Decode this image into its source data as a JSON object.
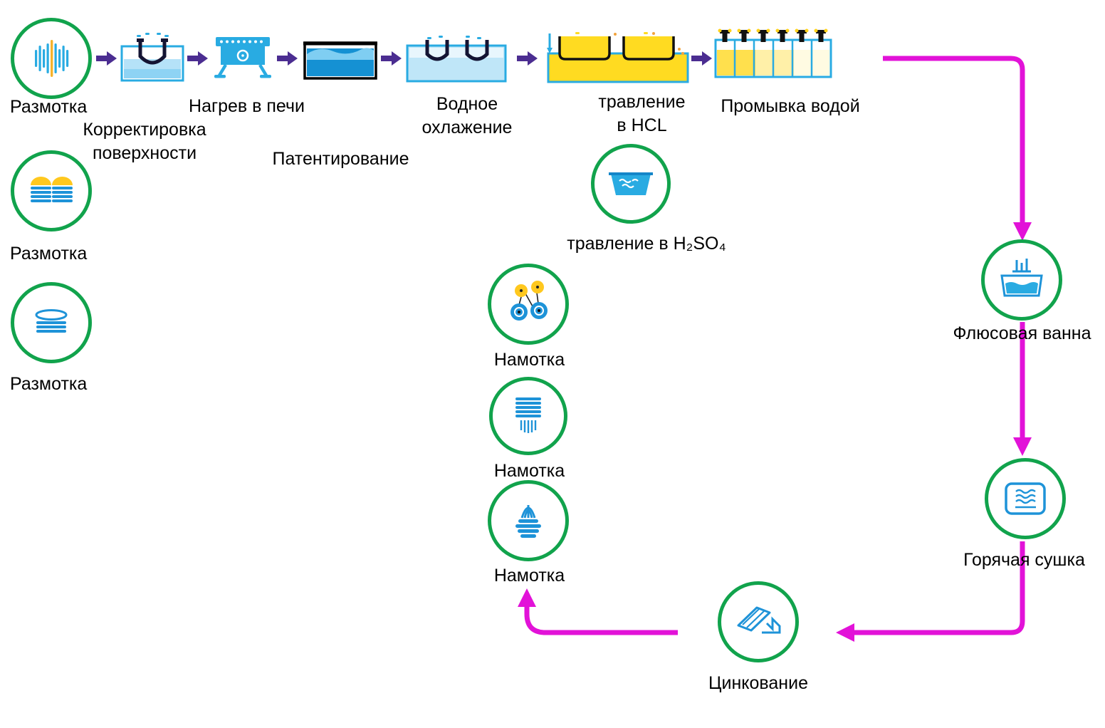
{
  "colors": {
    "circle_green": "#11a34c",
    "icon_blue": "#29abe2",
    "icon_blue_dark": "#1e93d8",
    "liquid_dark_blue": "#1591d3",
    "liquid_light_blue": "#b5e2f8",
    "yellow": "#ffdb21",
    "coil_yellow": "#ffc81e",
    "flow_magenta": "#e212d8",
    "step_arrow_purple": "#4b2d91",
    "wire_dark": "#141433",
    "text": "#000000"
  },
  "nodes": {
    "unwind1": {
      "label": "Размотка"
    },
    "surface_correction": {
      "label": "Корректировка\nповерхности"
    },
    "furnace_heating": {
      "label": "Нагрев в печи"
    },
    "patenting": {
      "label": "Патентирование"
    },
    "water_cooling": {
      "label": "Водное\nохлажение"
    },
    "hcl_pickling": {
      "label": "травление\nв HCL"
    },
    "water_washing": {
      "label": "Промывка водой"
    },
    "unwind2": {
      "label": "Размотка"
    },
    "unwind3": {
      "label": "Размотка"
    },
    "h2so4_pickling": {
      "label": "травление в H₂SO₄"
    },
    "winding1": {
      "label": "Намотка"
    },
    "winding2": {
      "label": "Намотка"
    },
    "winding3": {
      "label": "Намотка"
    },
    "flux_bath": {
      "label": "Флюсовая ванна"
    },
    "hot_drying": {
      "label": "Горячая сушка"
    },
    "galvanizing": {
      "label": "Цинкование"
    }
  }
}
